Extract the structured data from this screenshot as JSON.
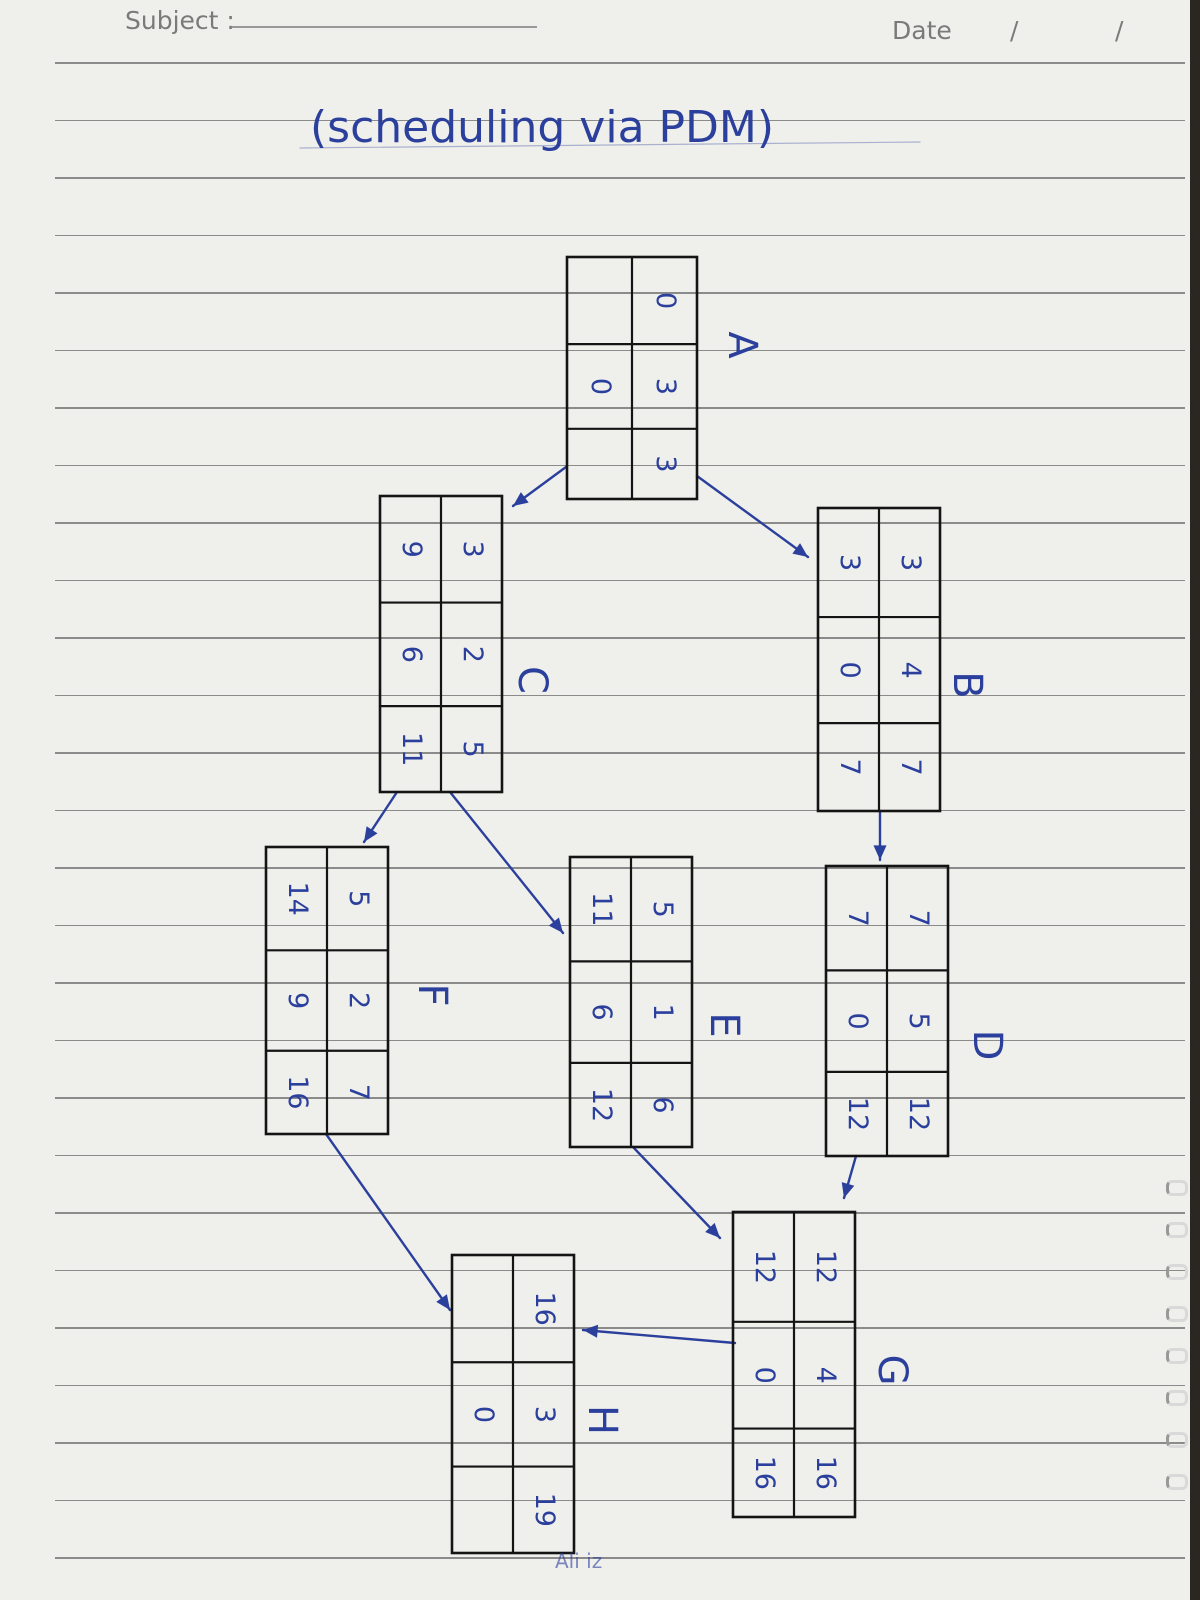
{
  "header": {
    "subject_label": "Subject :",
    "date_label": "Date",
    "date_sep_1": "/",
    "date_sep_2": "/"
  },
  "title": "(scheduling via PDM)",
  "nodes": [
    {
      "id": "A",
      "label": "A",
      "start": "0",
      "duration": "3",
      "finish": "3",
      "late_start": "",
      "float": "0",
      "late_finish": ""
    },
    {
      "id": "B",
      "label": "B",
      "start": "3",
      "duration": "4",
      "finish": "7",
      "late_start": "3",
      "float": "0",
      "late_finish": "7"
    },
    {
      "id": "C",
      "label": "C",
      "start": "3",
      "duration": "2",
      "finish": "5",
      "late_start": "9",
      "float": "6",
      "late_finish": "11"
    },
    {
      "id": "D",
      "label": "D",
      "start": "7",
      "duration": "5",
      "finish": "12",
      "late_start": "7",
      "float": "0",
      "late_finish": "12"
    },
    {
      "id": "E",
      "label": "E",
      "start": "5",
      "duration": "1",
      "finish": "6",
      "late_start": "11",
      "float": "6",
      "late_finish": "12"
    },
    {
      "id": "F",
      "label": "F",
      "start": "5",
      "duration": "2",
      "finish": "7",
      "late_start": "14",
      "float": "9",
      "late_finish": "16"
    },
    {
      "id": "G",
      "label": "G",
      "start": "12",
      "duration": "4",
      "finish": "16",
      "late_start": "12",
      "float": "0",
      "late_finish": "16"
    },
    {
      "id": "H",
      "label": "H",
      "start": "16",
      "duration": "3",
      "finish": "19",
      "late_start": "",
      "float": "0",
      "late_finish": ""
    }
  ],
  "edges": [
    {
      "from": "A",
      "to": "C"
    },
    {
      "from": "A",
      "to": "B"
    },
    {
      "from": "B",
      "to": "D"
    },
    {
      "from": "C",
      "to": "F"
    },
    {
      "from": "C",
      "to": "E"
    },
    {
      "from": "D",
      "to": "G"
    },
    {
      "from": "E",
      "to": "G"
    },
    {
      "from": "F",
      "to": "H"
    },
    {
      "from": "G",
      "to": "H"
    }
  ],
  "footer_mark": "Ali iz",
  "colors": {
    "ink": "#2b3f9c",
    "pencil": "#141414",
    "paper": "#efefec",
    "rule": "#8b8b8b"
  }
}
